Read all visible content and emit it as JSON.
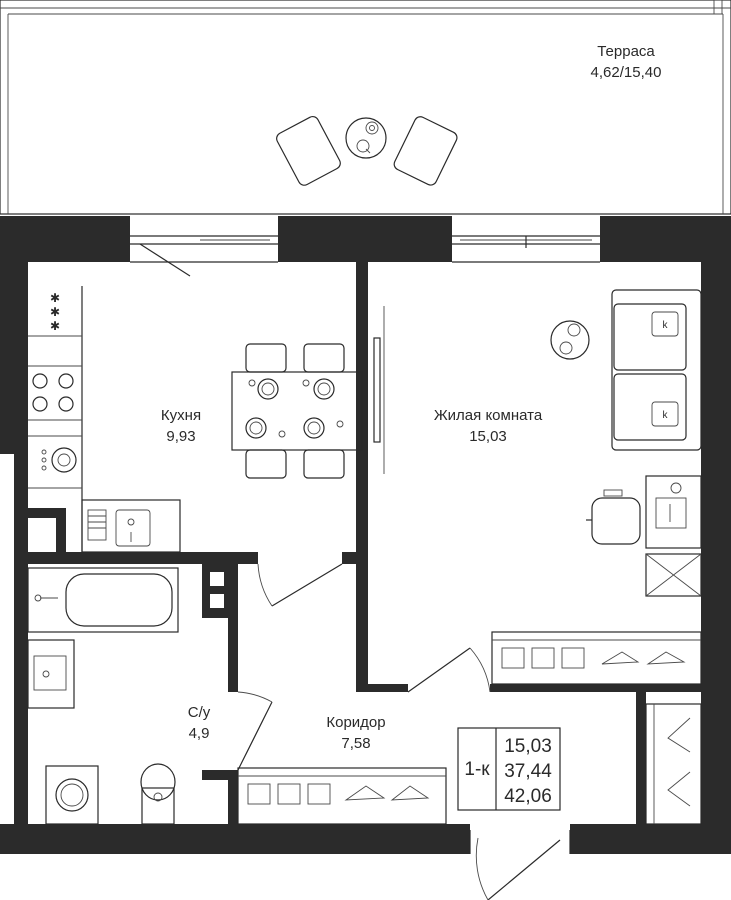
{
  "rooms": {
    "terrace": {
      "name": "Терраса",
      "area": "4,62/15,40"
    },
    "kitchen": {
      "name": "Кухня",
      "area": "9,93"
    },
    "living": {
      "name": "Жилая комната",
      "area": "15,03"
    },
    "bathroom": {
      "name": "С/у",
      "area": "4,9"
    },
    "corridor": {
      "name": "Коридор",
      "area": "7,58"
    }
  },
  "summary": {
    "type": "1-к",
    "living_area": "15,03",
    "total_area": "37,44",
    "total_with_terrace": "42,06"
  },
  "colors": {
    "wall": "#2b2b2b",
    "line": "#2a2a2a",
    "background": "#ffffff"
  }
}
